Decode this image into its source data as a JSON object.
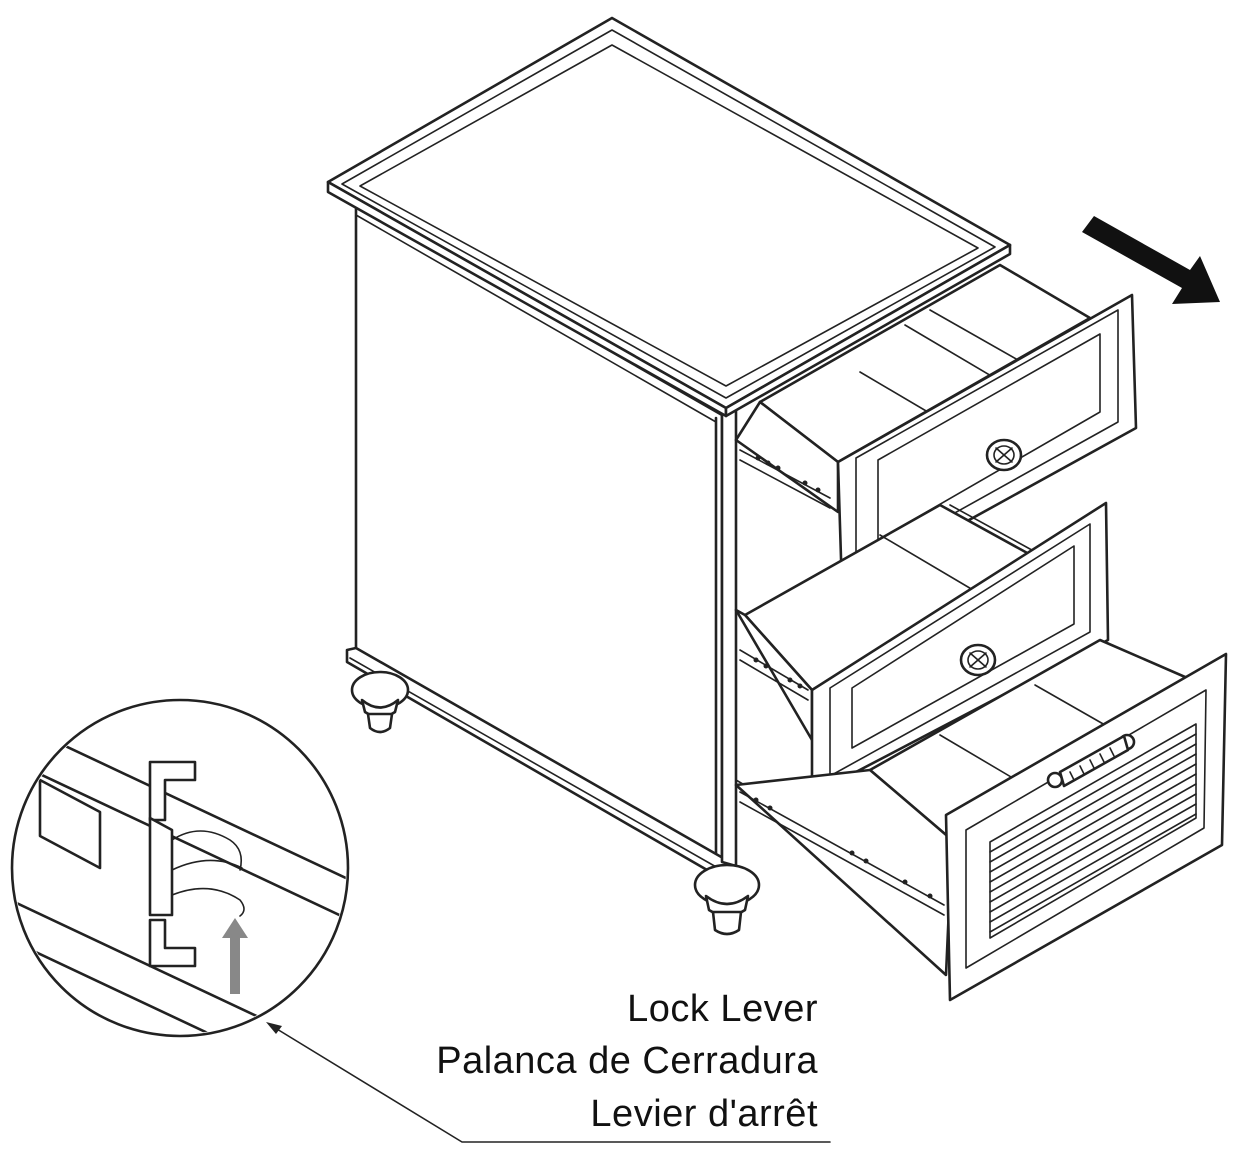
{
  "callout": {
    "labels": [
      "Lock Lever",
      "Palanca de Cerradura",
      "Levier d'arrêt"
    ]
  },
  "colors": {
    "line": "#222222",
    "background": "#ffffff",
    "lock_arrow": "#888888"
  },
  "icons": {
    "pull_direction": "bold-arrow-down-right-icon",
    "lock_lever_push": "arrow-up-icon"
  }
}
